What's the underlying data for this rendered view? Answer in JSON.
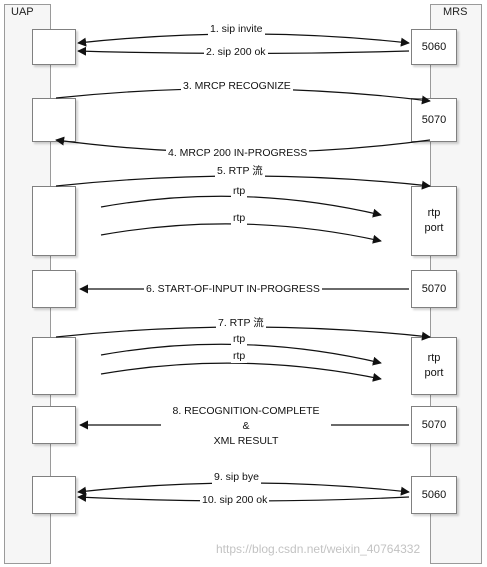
{
  "lanes": {
    "left_title": "UAP",
    "right_title": "MRS"
  },
  "mrs_boxes": {
    "b1": "5060",
    "b2": "5070",
    "b3_line1": "rtp",
    "b3_line2": "port",
    "b4": "5070",
    "b5_line1": "rtp",
    "b5_line2": "port",
    "b6": "5070",
    "b7": "5060"
  },
  "messages": {
    "m1": "1. sip invite",
    "m2": "2. sip 200 ok",
    "m3": "3. MRCP RECOGNIZE",
    "m4": "4. MRCP 200 IN-PROGRESS",
    "m5": "5. RTP 流",
    "m5_rtp_a": "rtp",
    "m5_rtp_b": "rtp",
    "m6": "6. START-OF-INPUT IN-PROGRESS",
    "m7": "7. RTP 流",
    "m7_rtp_a": "rtp",
    "m7_rtp_b": "rtp",
    "m8_line1": "8. RECOGNITION-COMPLETE",
    "m8_line2": "&",
    "m8_line3": "XML RESULT",
    "m9": "9. sip bye",
    "m10": "10. sip 200 ok"
  },
  "watermark": "https://blog.csdn.net/weixin_40764332"
}
